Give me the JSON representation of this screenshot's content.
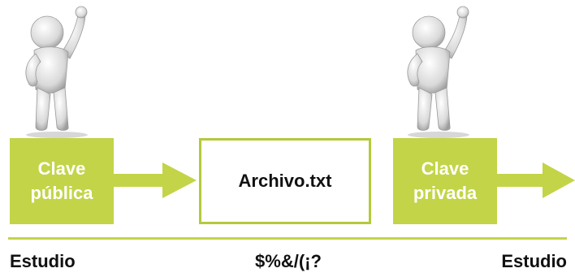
{
  "colors": {
    "accent": "#c3d448",
    "box_border": "#b5c93a",
    "text": "#111111",
    "text_on_accent": "#ffffff"
  },
  "figures": [
    {
      "icon": "person-cheering-icon"
    },
    {
      "icon": "person-cheering-icon"
    }
  ],
  "public_key": {
    "line1": "Clave",
    "line2": "pública"
  },
  "private_key": {
    "line1": "Clave",
    "line2": "privada"
  },
  "file": {
    "label": "Archivo.txt"
  },
  "bottom": {
    "left": "Estudio",
    "center": "$%&/(¡?",
    "right": "Estudio"
  }
}
